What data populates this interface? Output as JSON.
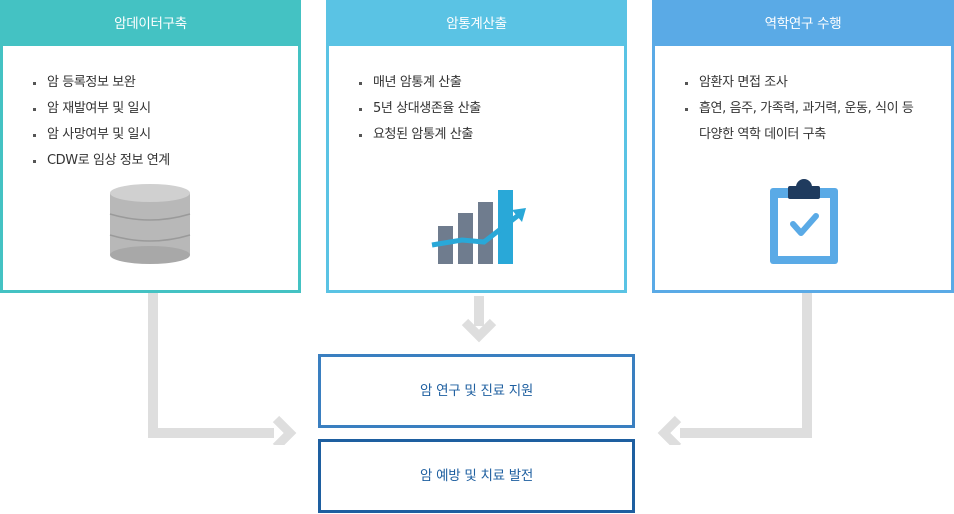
{
  "boxes": [
    {
      "title": "암데이터구축",
      "items": [
        "암 등록정보 보완",
        "암 재발여부 및 일시",
        "암 사망여부 및 일시",
        "CDW로 임상 정보 연계"
      ],
      "icon": "database-icon",
      "color": "#44c2c3"
    },
    {
      "title": "암통계산출",
      "items": [
        "매년 암통계 산출",
        "5년 상대생존율 산출",
        "요청된 암통계 산출"
      ],
      "icon": "bar-chart-trend-icon",
      "color": "#5ac3e4"
    },
    {
      "title": "역학연구 수행",
      "items": [
        "암환자 면접 조사",
        "흡연, 음주, 가족력, 과거력, 운동, 식이 등",
        "다양한 역학 데이터 구축"
      ],
      "icon": "clipboard-check-icon",
      "color": "#5aaae6"
    }
  ],
  "results": [
    "암 연구 및 진료 지원",
    "암 예방 및 치료 발전"
  ]
}
